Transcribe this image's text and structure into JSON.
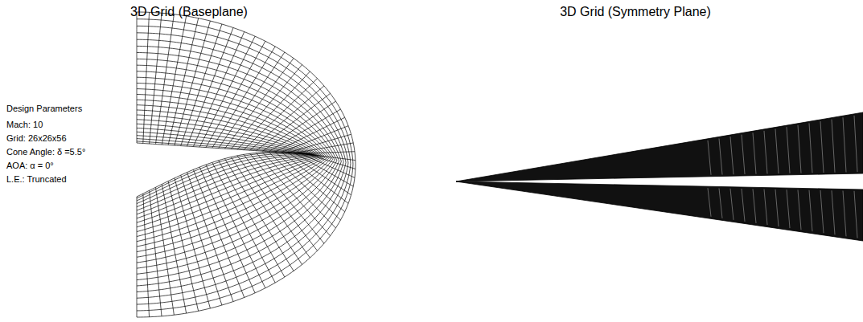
{
  "diagram": {
    "labels": [
      "3D Grid (Baseplane)",
      "3D Grid (Symmetry Plane)",
      "Design Parameters",
      "Mach: 10",
      "Grid: 26x26x56",
      "Cone Angle: δ =5.5°",
      "AOA: α = 0°",
      "L.E.: Truncated"
    ]
  }
}
